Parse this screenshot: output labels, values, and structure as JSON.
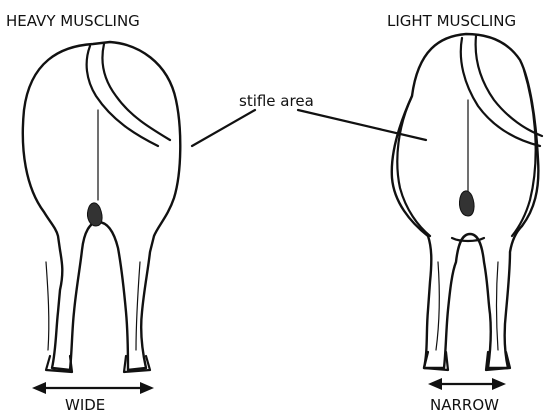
{
  "labels": {
    "heavy_title": "HEAVY MUSCLING",
    "light_title": "LIGHT MUSCLING",
    "stifle": "stifle area",
    "wide": "WIDE",
    "narrow": "NARROW"
  },
  "colors": {
    "ink": "#111111",
    "background": "#ffffff"
  }
}
